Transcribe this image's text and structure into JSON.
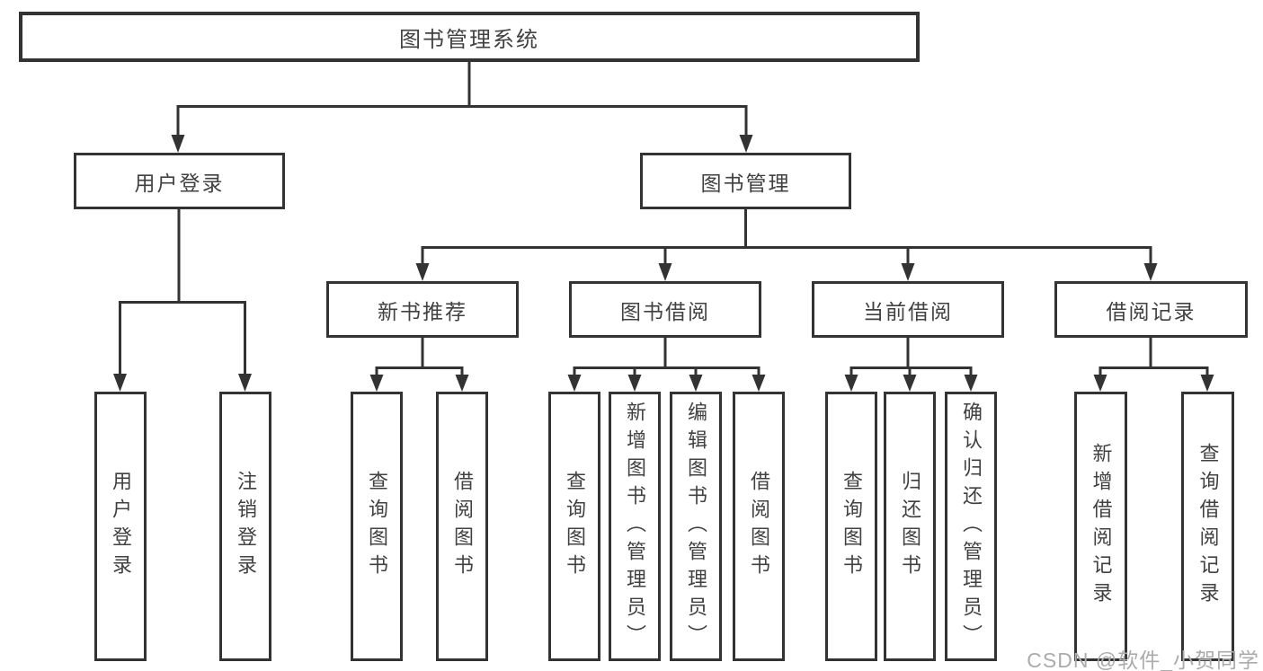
{
  "diagram": {
    "root": {
      "label": "图书管理系统"
    },
    "branches": {
      "user_login_group": {
        "label": "用户登录"
      },
      "book_management_group": {
        "label": "图书管理"
      }
    },
    "sections": {
      "new_book_recommend": {
        "label": "新书推荐"
      },
      "book_borrowing": {
        "label": "图书借阅"
      },
      "current_borrowing": {
        "label": "当前借阅"
      },
      "borrowing_records": {
        "label": "借阅记录"
      }
    },
    "leaves": {
      "user_login": "用户登录",
      "logout": "注销登录",
      "rec_query_books": "查询图书",
      "rec_borrow_books": "借阅图书",
      "bb_query_books": "查询图书",
      "bb_add_books": "新增图书（管理员）",
      "bb_edit_books": "编辑图书（管理员）",
      "bb_borrow_books": "借阅图书",
      "cb_query_books": "查询图书",
      "cb_return_books": "归还图书",
      "cb_confirm_return": "确认归还（管理员）",
      "br_add_record": "新增借阅记录",
      "br_query_record": "查询借阅记录"
    },
    "structure": {
      "图书管理系统": {
        "用户登录": [
          "用户登录",
          "注销登录"
        ],
        "图书管理": {
          "新书推荐": [
            "查询图书",
            "借阅图书"
          ],
          "图书借阅": [
            "查询图书",
            "新增图书（管理员）",
            "编辑图书（管理员）",
            "借阅图书"
          ],
          "当前借阅": [
            "查询图书",
            "归还图书",
            "确认归还（管理员）"
          ],
          "借阅记录": [
            "新增借阅记录",
            "查询借阅记录"
          ]
        }
      }
    }
  },
  "watermark": {
    "text": "CSDN @软件_小贺同学"
  }
}
